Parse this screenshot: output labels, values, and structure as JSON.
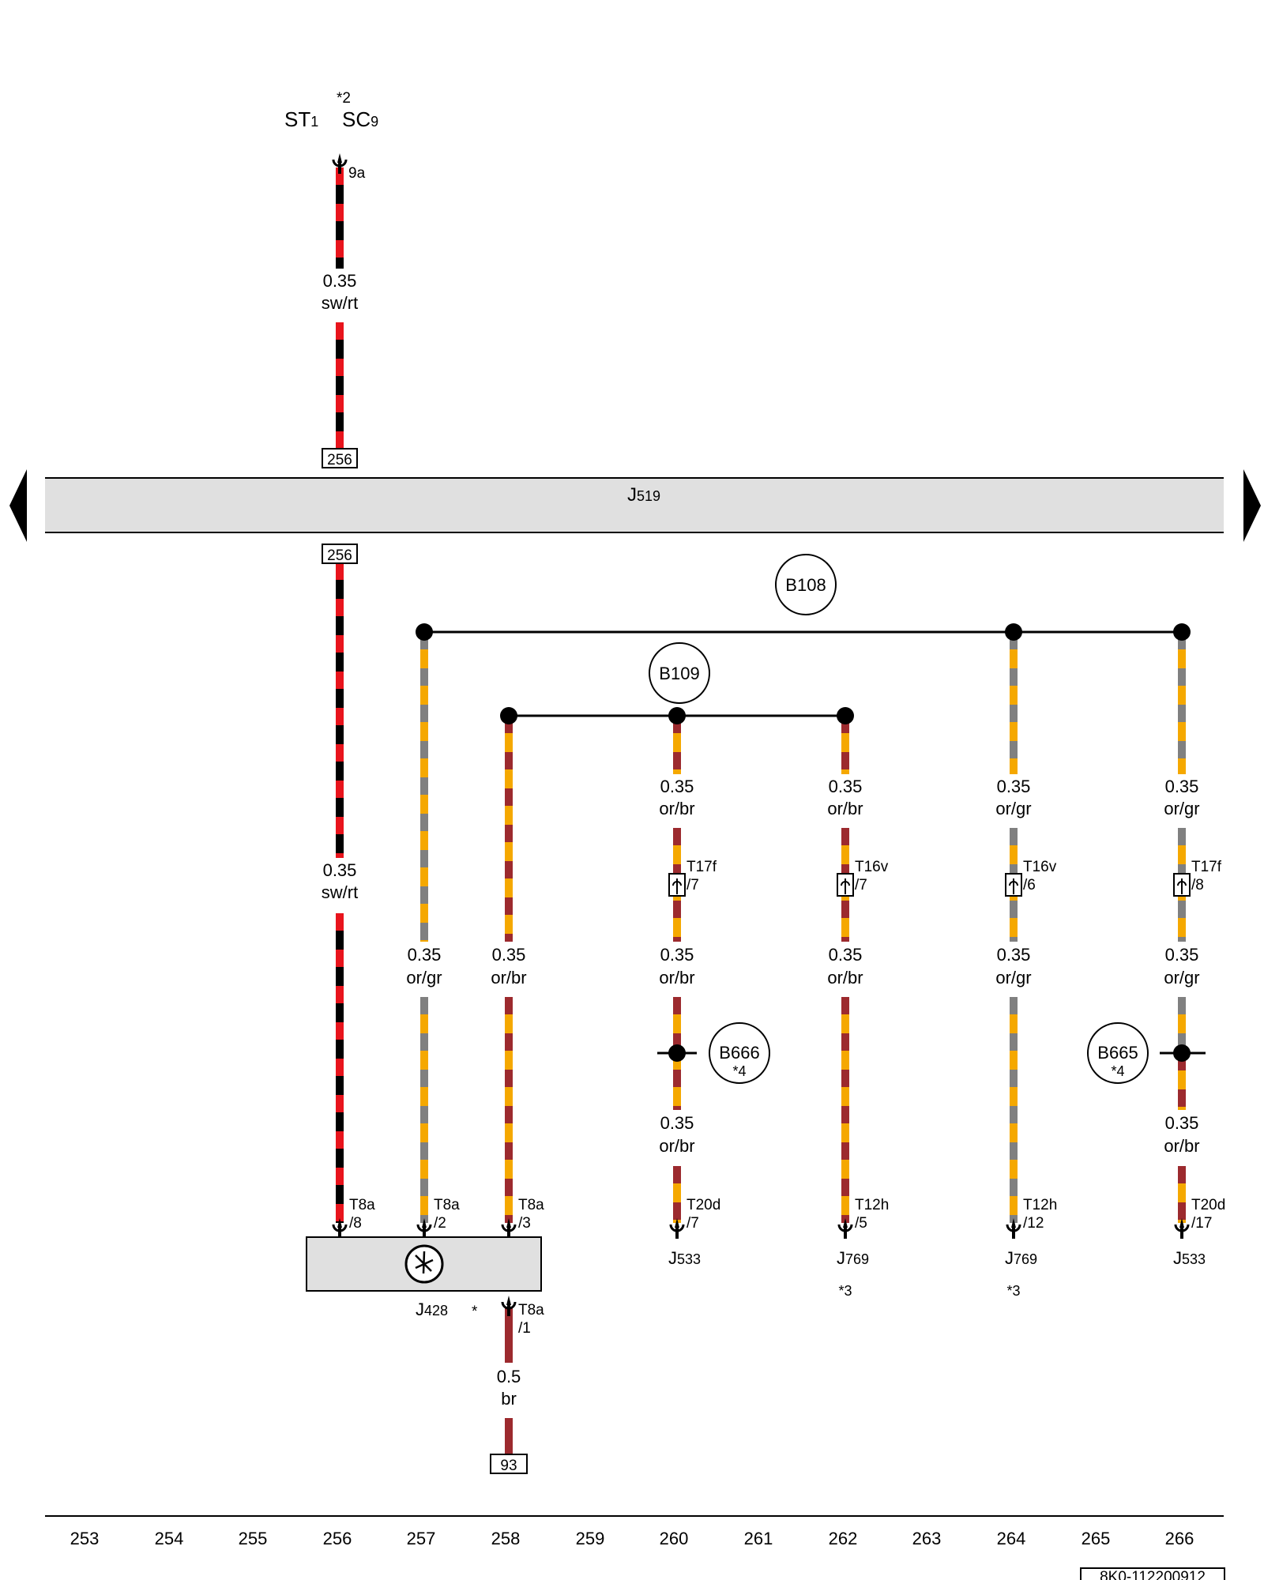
{
  "colors": {
    "black": "#000000",
    "red": "#e8141c",
    "orange": "#f5a800",
    "brown": "#9c2a2e",
    "grey": "#808080",
    "box_fill": "#e0e0e0"
  },
  "source": {
    "st": "ST",
    "st_sub": "1",
    "sc": "SC",
    "sc_sub": "9",
    "note": "*2",
    "pin": "9a"
  },
  "bus": {
    "name": "J",
    "name_sub": "519"
  },
  "ref_boxes": {
    "top": "256",
    "bottom": "256",
    "ground": "93"
  },
  "splices": {
    "b108": "B108",
    "b109": "B109",
    "b666": "B666",
    "b666_note": "*4",
    "b665": "B665",
    "b665_note": "*4"
  },
  "wires": {
    "w256_top": {
      "size": "0.35",
      "color": "sw/rt"
    },
    "w256_bot": {
      "size": "0.35",
      "color": "sw/rt"
    },
    "w257": {
      "size": "0.35",
      "color": "or/gr"
    },
    "w258": {
      "size": "0.35",
      "color": "or/br"
    },
    "w260_a": {
      "size": "0.35",
      "color": "or/br"
    },
    "w260_b": {
      "size": "0.35",
      "color": "or/br"
    },
    "w260_c": {
      "size": "0.35",
      "color": "or/br"
    },
    "w262_a": {
      "size": "0.35",
      "color": "or/br"
    },
    "w262_b": {
      "size": "0.35",
      "color": "or/br"
    },
    "w264_a": {
      "size": "0.35",
      "color": "or/gr"
    },
    "w264_b": {
      "size": "0.35",
      "color": "or/gr"
    },
    "w266_a": {
      "size": "0.35",
      "color": "or/gr"
    },
    "w266_b": {
      "size": "0.35",
      "color": "or/gr"
    },
    "w266_c": {
      "size": "0.35",
      "color": "or/br"
    },
    "ground": {
      "size": "0.5",
      "color": "br"
    }
  },
  "connectors": {
    "t8a_8": {
      "name": "T8a",
      "pin": "/8"
    },
    "t8a_2": {
      "name": "T8a",
      "pin": "/2"
    },
    "t8a_3": {
      "name": "T8a",
      "pin": "/3"
    },
    "t8a_1": {
      "name": "T8a",
      "pin": "/1"
    },
    "t17f_7": {
      "name": "T17f",
      "pin": "/7"
    },
    "t16v_7": {
      "name": "T16v",
      "pin": "/7"
    },
    "t16v_6": {
      "name": "T16v",
      "pin": "/6"
    },
    "t17f_8": {
      "name": "T17f",
      "pin": "/8"
    },
    "t20d_7": {
      "name": "T20d",
      "pin": "/7"
    },
    "t12h_5": {
      "name": "T12h",
      "pin": "/5"
    },
    "t12h_12": {
      "name": "T12h",
      "pin": "/12"
    },
    "t20d_17": {
      "name": "T20d",
      "pin": "/17"
    }
  },
  "components": {
    "j428": {
      "name": "J",
      "sub": "428",
      "note": "*"
    },
    "j533_a": {
      "name": "J",
      "sub": "533"
    },
    "j769_a": {
      "name": "J",
      "sub": "769",
      "note": "*3"
    },
    "j769_b": {
      "name": "J",
      "sub": "769",
      "note": "*3"
    },
    "j533_b": {
      "name": "J",
      "sub": "533"
    }
  },
  "ruler": [
    "253",
    "254",
    "255",
    "256",
    "257",
    "258",
    "259",
    "260",
    "261",
    "262",
    "263",
    "264",
    "265",
    "266"
  ],
  "doc_id": "8K0-112200912"
}
